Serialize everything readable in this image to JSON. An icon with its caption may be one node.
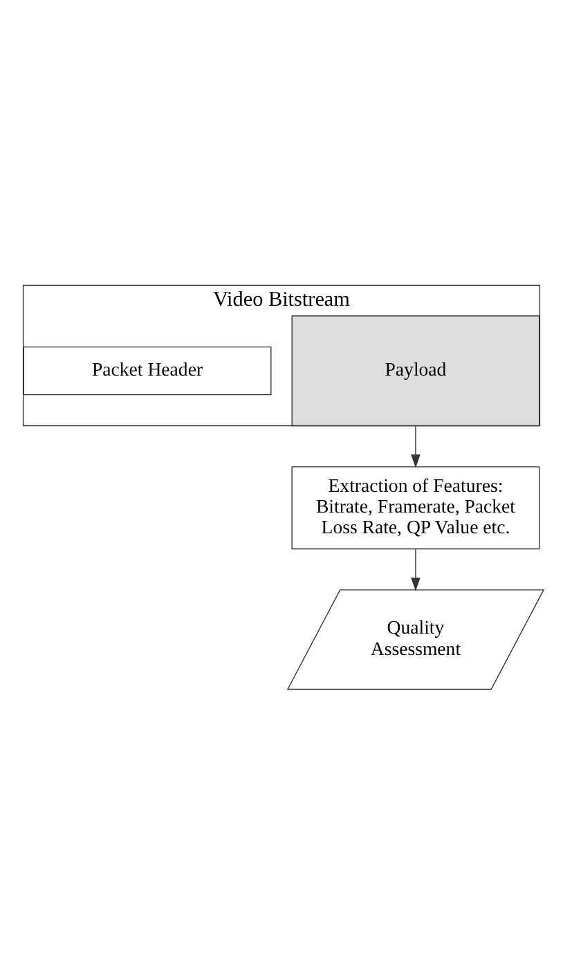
{
  "diagram": {
    "nodes": [
      {
        "text": [
          "Video Bitstream"
        ]
      },
      {
        "text": [
          "Packet Header"
        ],
        "in": 0
      },
      {
        "text": [
          "Payload"
        ],
        "in": 0
      },
      {
        "text": [
          "Extraction of Features: Bitrate, Framerate, Packet Loss Rate, QP Value etc."
        ]
      },
      {
        "text": [
          "Quality Assessment"
        ]
      }
    ],
    "edges": [
      {
        "from": 2,
        "to": 3,
        "arrow": "to"
      },
      {
        "from": 3,
        "to": 4,
        "arrow": "to"
      }
    ]
  }
}
